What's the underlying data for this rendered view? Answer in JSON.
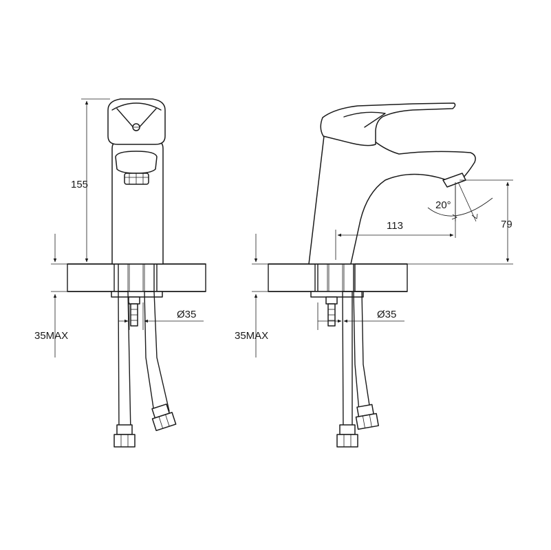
{
  "dimensions": {
    "height_total": "155",
    "spout_height": "79",
    "spout_reach": "113",
    "swivel_angle": "20°",
    "hole_diameter_front": "Ø35",
    "hole_diameter_side": "Ø35",
    "deck_thickness_front": "35MAX",
    "deck_thickness_side": "35MAX"
  },
  "colors": {
    "line": "#1a1a1a",
    "background": "#ffffff"
  }
}
